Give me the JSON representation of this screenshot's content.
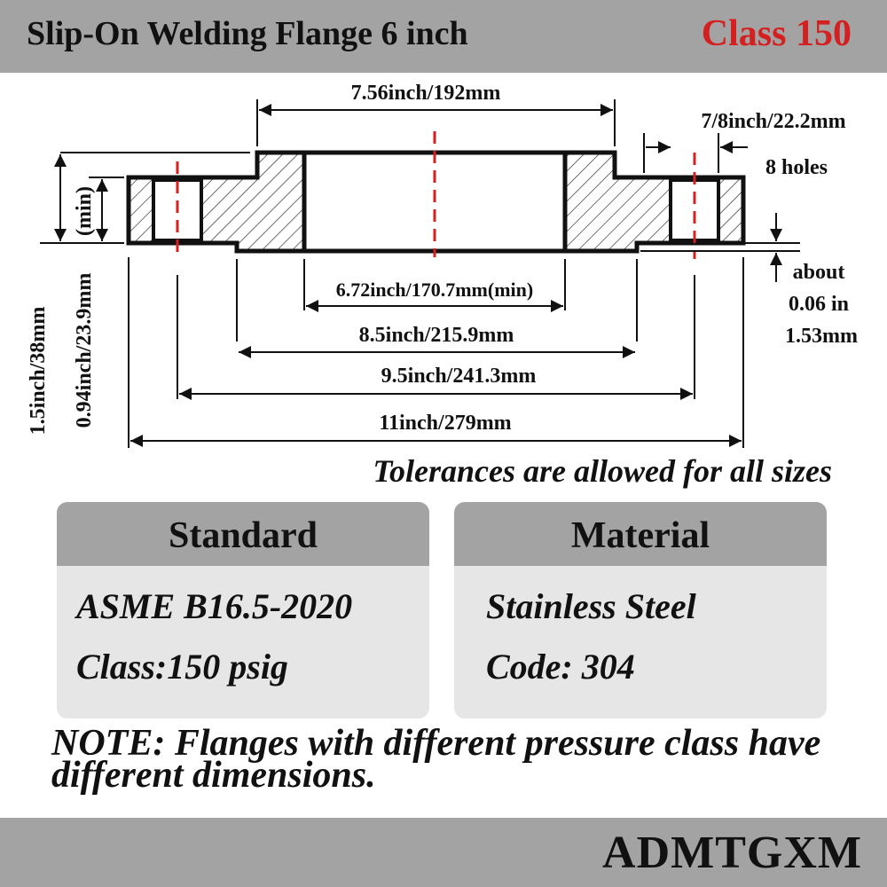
{
  "header": {
    "title": "Slip-On Welding Flange 6 inch",
    "class_label": "Class 150",
    "accent_color": "#d42020",
    "bar_color": "#a3a3a3"
  },
  "dimensions": {
    "hub_top": "7.56inch/192mm",
    "hole_dia": "7/8inch/22.2mm",
    "holes": "8 holes",
    "bore": "6.72inch/170.7mm(min)",
    "raised_face": "8.5inch/215.9mm",
    "bolt_circle": "9.5inch/241.3mm",
    "outer_dia": "11inch/279mm",
    "total_height": "1.5inch/38mm",
    "flange_thickness": "0.94inch/23.9mm",
    "min_note": "(min)",
    "face_line1": "about",
    "face_line2": "0.06 in",
    "face_line3": "1.53mm"
  },
  "tolerance_note": "Tolerances are allowed for all sizes",
  "standard_card": {
    "heading": "Standard",
    "line1": "ASME B16.5-2020",
    "line2": "Class:150 psig"
  },
  "material_card": {
    "heading": "Material",
    "line1": "Stainless Steel",
    "line2": "Code: 304"
  },
  "note": "NOTE: Flanges with different pressure class have different dimensions.",
  "brand": "ADMTGXM"
}
